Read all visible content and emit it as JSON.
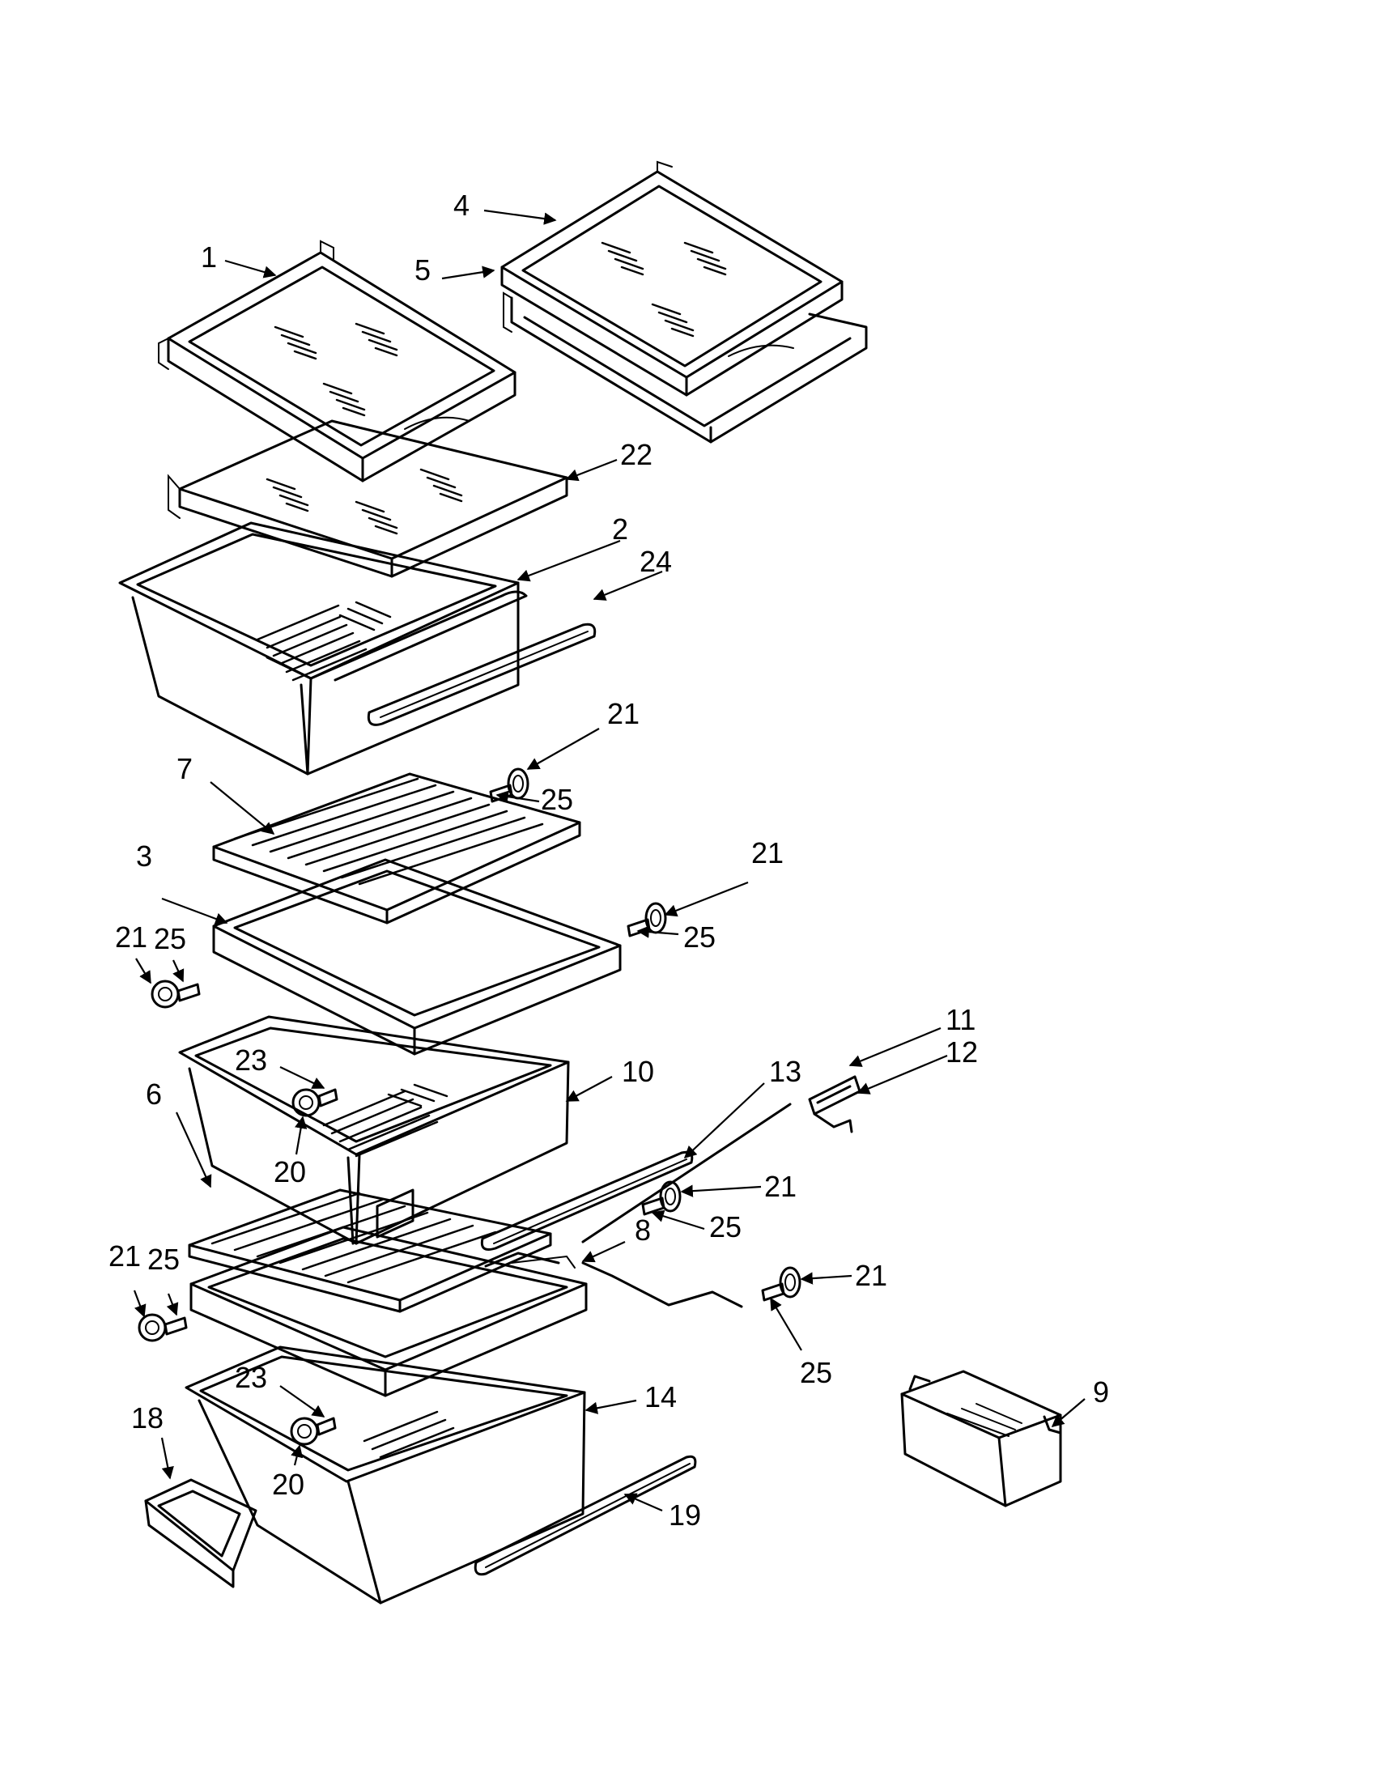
{
  "callouts": {
    "c1": "1",
    "c2": "2",
    "c3": "3",
    "c4": "4",
    "c5": "5",
    "c6": "6",
    "c7": "7",
    "c8": "8",
    "c9": "9",
    "c10": "10",
    "c11": "11",
    "c12": "12",
    "c13": "13",
    "c14": "14",
    "c18": "18",
    "c19": "19",
    "c20a": "20",
    "c20b": "20",
    "c21a": "21",
    "c21b": "21",
    "c21c": "21",
    "c21d": "21",
    "c21e": "21",
    "c21f": "21",
    "c22": "22",
    "c23a": "23",
    "c23b": "23",
    "c24": "24",
    "c25a": "25",
    "c25b": "25",
    "c25c": "25",
    "c25d": "25",
    "c25e": "25",
    "c25f": "25"
  }
}
